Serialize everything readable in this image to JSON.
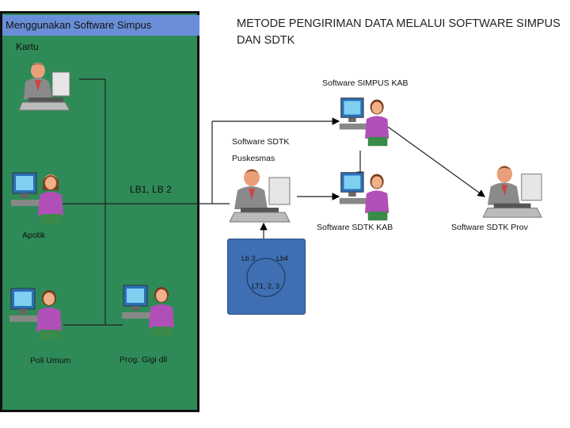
{
  "title": "METODE PENGIRIMAN DATA MELALUI SOFTWARE SIMPUS DAN SDTK",
  "panel": {
    "header": "Menggunakan Software Simpus",
    "kartu": "Kartu",
    "lb": "LB1, LB 2",
    "apotik": "Apotik",
    "poli_umum": "Poli Umum",
    "prog_gigi": "Prog. Gigi dll"
  },
  "nodes": {
    "simpus_kab": "Software SIMPUS KAB",
    "sdtk_puskesmas_1": "Software SDTK",
    "sdtk_puskesmas_2": "Puskesmas",
    "sdtk_kab": "Software SDTK KAB",
    "sdtk_prov": "Software SDTK Prov"
  },
  "reports": {
    "lb3": "Lb 3",
    "lb4": "Lb4",
    "lt": "LT1, 2, 3"
  }
}
